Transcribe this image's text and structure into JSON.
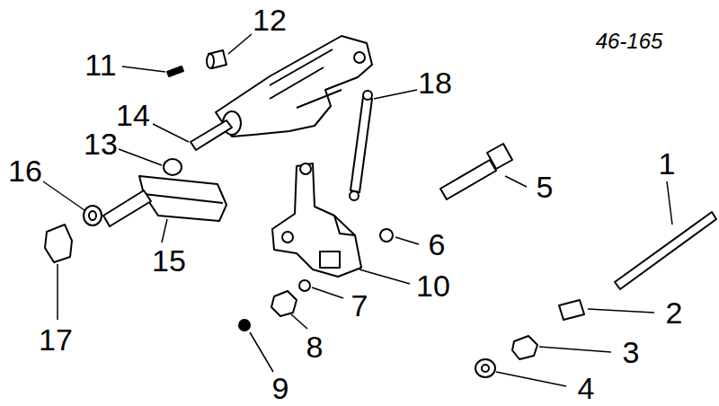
{
  "diagram": {
    "labels": [
      "46-165",
      "12",
      "11",
      "18",
      "14",
      "13",
      "16",
      "5",
      "1",
      "6",
      "15",
      "10",
      "17",
      "2",
      "7",
      "3",
      "8",
      "9",
      "4"
    ]
  }
}
